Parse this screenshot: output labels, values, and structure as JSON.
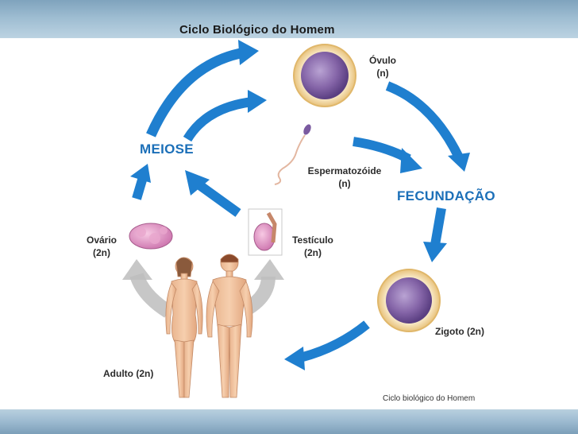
{
  "slide": {
    "title": "Ciclo Biológico do Homem",
    "caption": "Ciclo biológico do Homem"
  },
  "labels": {
    "ovulo": "Óvulo",
    "ovulo_ploidy": "(n)",
    "espermatozoide": "Espermatozóide",
    "espermatozoide_ploidy": "(n)",
    "fecundacao": "FECUNDAÇÃO",
    "zigoto": "Zigoto (2n)",
    "adulto": "Adulto (2n)",
    "ovario": "Ovário",
    "ovario_ploidy": "(2n)",
    "testiculo": "Testículo",
    "testiculo_ploidy": "(2n)",
    "meiose": "MEIOSE"
  },
  "colors": {
    "arrow_blue": "#1f7fcf",
    "arrow_gray": "#b8b8b8",
    "label_blue": "#1b6fb8",
    "cell_ring": "#f3d9a0",
    "cell_nucleus": "#7f5fa0"
  },
  "icons": [
    "ovum-icon",
    "sperm-icon",
    "zygote-icon",
    "ovary-icon",
    "testicle-icon",
    "woman-figure-icon",
    "man-figure-icon"
  ]
}
